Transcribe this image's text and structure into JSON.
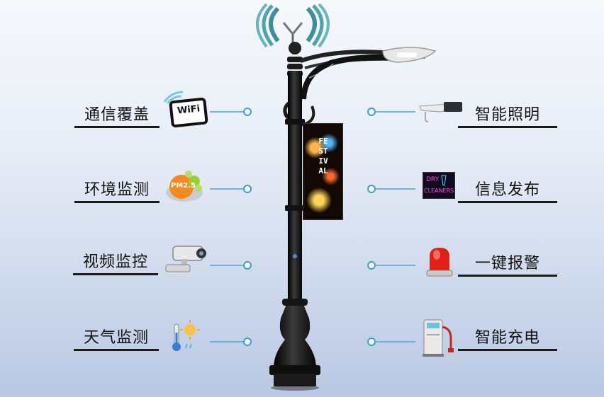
{
  "features": {
    "left": [
      {
        "label": "通信覆盖",
        "icon": "wifi-icon"
      },
      {
        "label": "环境监测",
        "icon": "pm25-icon"
      },
      {
        "label": "视频监控",
        "icon": "camera-icon"
      },
      {
        "label": "天气监测",
        "icon": "weather-icon"
      }
    ],
    "right": [
      {
        "label": "智能照明",
        "icon": "streetlight-icon"
      },
      {
        "label": "信息发布",
        "icon": "led-sign-icon"
      },
      {
        "label": "一键报警",
        "icon": "alarm-light-icon"
      },
      {
        "label": "智能充电",
        "icon": "charger-icon"
      }
    ]
  },
  "icon_text": {
    "wifi": "WiFi",
    "pm": "PM2.5",
    "dry_line1": "DRY",
    "dry_line2": "CLEANERS"
  },
  "banner": {
    "text": "FESTIVAL"
  },
  "colors": {
    "connector": "#6fb3d6",
    "node": "#3aa0c8",
    "pole": "#151515"
  }
}
